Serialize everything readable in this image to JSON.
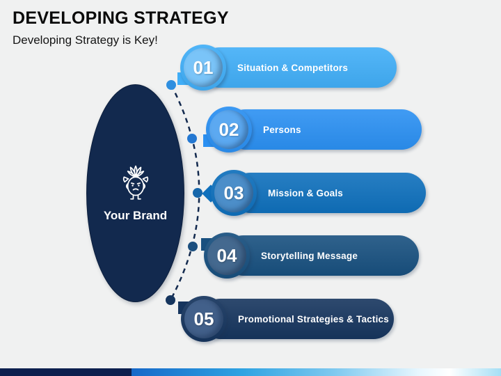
{
  "slide": {
    "title": "DEVELOPING STRATEGY",
    "subtitle": "Developing Strategy is Key!",
    "background_color": "#F0F1F1"
  },
  "brand": {
    "label": "Your Brand",
    "icon": "brand-mascot-icon",
    "color": "#12294E"
  },
  "steps": [
    {
      "number": "01",
      "label": "Situation & Competitors",
      "pill_color": "#41AEF7",
      "badge_inner_color": "#7AC4F8",
      "dot_color": "#2F8FE0"
    },
    {
      "number": "02",
      "label": "Persons",
      "pill_color": "#2B90F2",
      "badge_inner_color": "#5CA9F1",
      "dot_color": "#2478D2"
    },
    {
      "number": "03",
      "label": "Mission & Goals",
      "pill_color": "#0F70BC",
      "badge_inner_color": "#4C8EC9",
      "dot_color": "#1566AA"
    },
    {
      "number": "04",
      "label": "Storytelling Message",
      "pill_color": "#18507F",
      "badge_inner_color": "#44698F",
      "dot_color": "#1B4E7E"
    },
    {
      "number": "05",
      "label": "Promotional Strategies & Tactics",
      "pill_color": "#16355E",
      "badge_inner_color": "#42608A",
      "dot_color": "#16355E"
    }
  ],
  "connector": {
    "style": "dashed-arc",
    "color": "#12294E"
  },
  "footer_bar": {
    "navy_color": "#0D1F4E",
    "gradient_colors": [
      "#1668C8",
      "#2FA3E2",
      "#7FC9EF",
      "#E8F7FE",
      "#FFFFFF",
      "#A5DFF5"
    ]
  }
}
